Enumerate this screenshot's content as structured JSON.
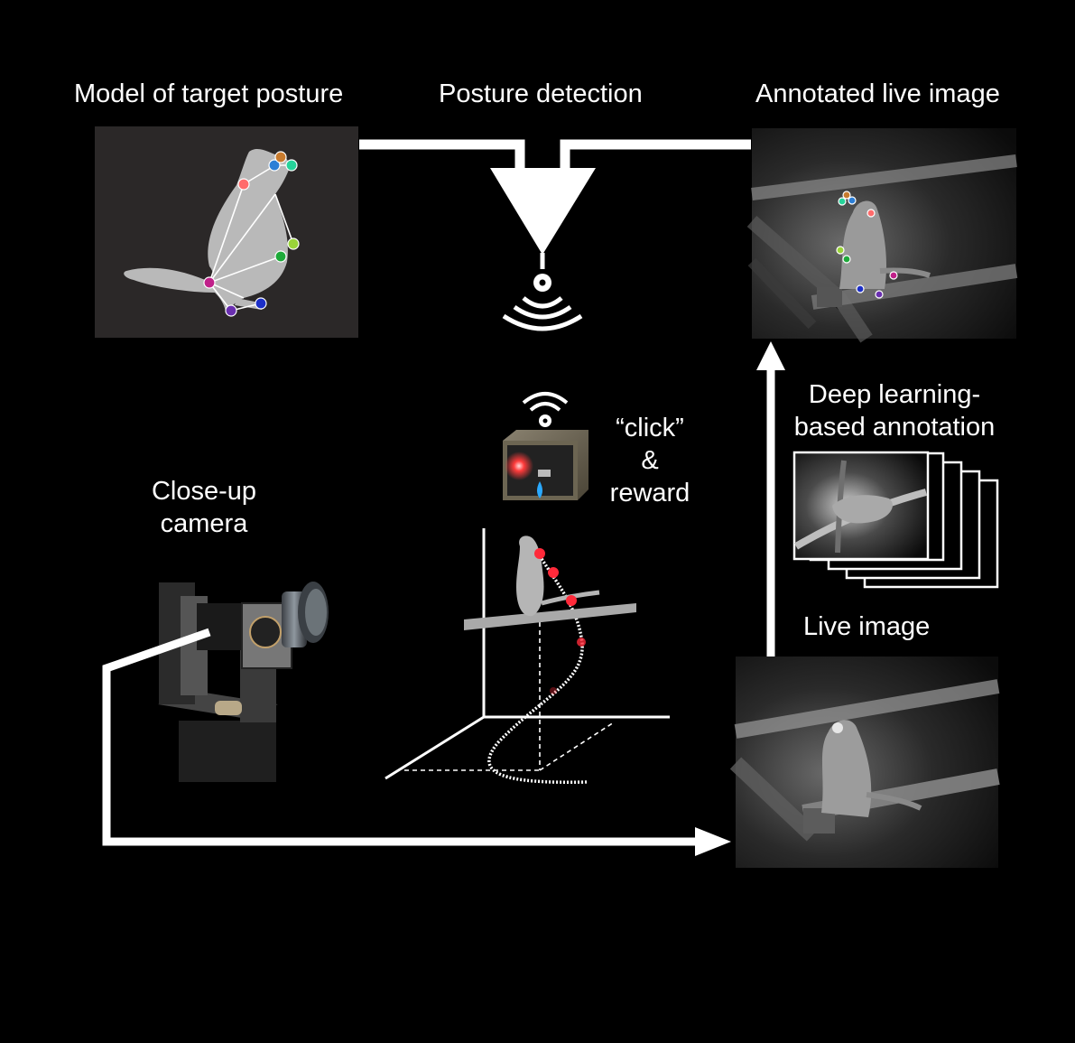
{
  "labels": {
    "model_title": "Model of target posture",
    "detection_title": "Posture detection",
    "annotated_title": "Annotated live image",
    "deep_learning_line1": "Deep learning-",
    "deep_learning_line2": "based annotation",
    "live_image": "Live image",
    "closeup_line1": "Close-up",
    "closeup_line2": "camera",
    "click_line1": "“click”",
    "click_line2": "&",
    "click_line3": "reward"
  },
  "colors": {
    "background": "#000000",
    "line": "#ffffff",
    "model_panel": "#2b2828",
    "animal_silhouette": "#b9b9b9",
    "trajectory_marker": "#ff2a3a",
    "water_drop": "#2aa9ff"
  },
  "keypoint_colors": [
    "#ff6b6b",
    "#2d7fd6",
    "#c87b2e",
    "#26d39a",
    "#9ad43a",
    "#1eaa3a",
    "#c0208a",
    "#1c2fc8",
    "#6a2fb0"
  ]
}
